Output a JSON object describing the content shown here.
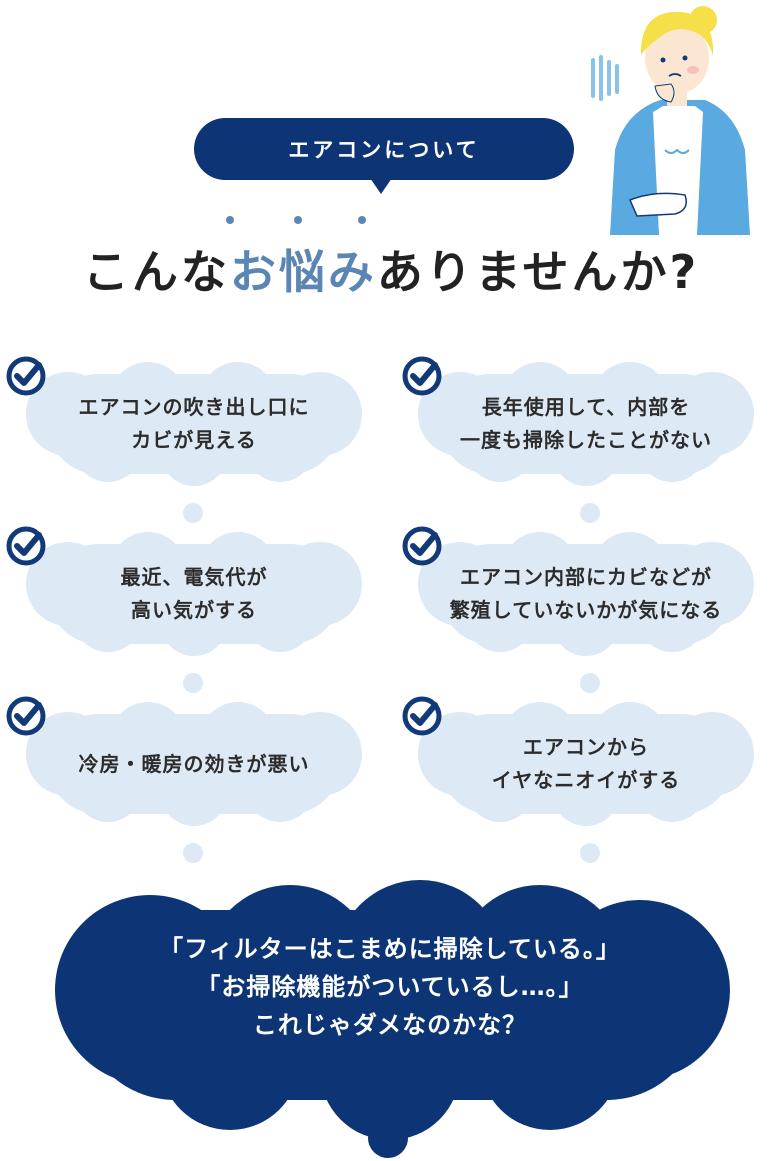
{
  "header": {
    "badge_label": "エアコンについて",
    "headline_pre": "こんな",
    "headline_highlight": "お悩み",
    "headline_post": "ありませんか?"
  },
  "concerns": [
    {
      "line1": "エアコンの吹き出し口に",
      "line2": "カビが見える"
    },
    {
      "line1": "長年使用して、内部を",
      "line2": "一度も掃除したことがない"
    },
    {
      "line1": "最近、電気代が",
      "line2": "高い気がする"
    },
    {
      "line1": "エアコン内部にカビなどが",
      "line2": "繁殖していないかが気になる"
    },
    {
      "line1": "冷房・暖房の効きが悪い",
      "line2": ""
    },
    {
      "line1": "エアコンから",
      "line2": "イヤなニオイがする"
    }
  ],
  "summary": {
    "line1": "「フィルターはこまめに掃除している。」",
    "line2": "「お掃除機能がついているし…。」",
    "line3": "これじゃダメなのかな？"
  },
  "colors": {
    "navy": "#0d3575",
    "accent_blue": "#5b86b3",
    "cloud_fill": "#dde9f5",
    "check_blue": "#123a78",
    "character_hair": "#f5e04a",
    "character_jacket": "#5aa9e0"
  },
  "icons": {
    "check": "check-circle-icon",
    "worry": "worried-woman-illustration"
  }
}
